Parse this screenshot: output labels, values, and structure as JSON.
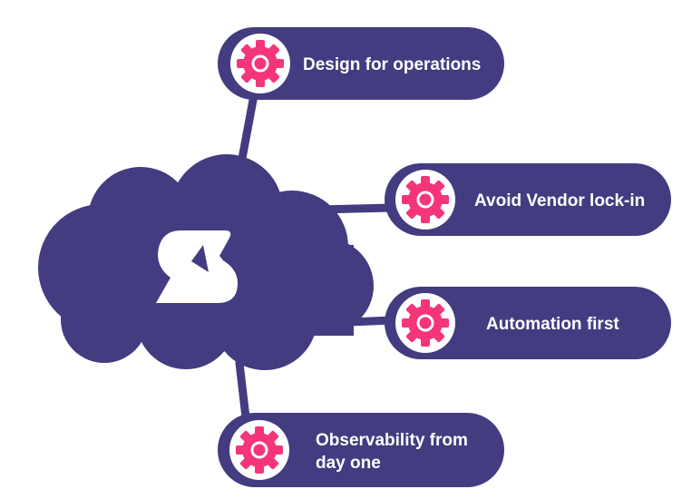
{
  "colors": {
    "primary": "#433c80",
    "accent": "#f5357a",
    "background": "#ffffff"
  },
  "logo": {
    "icon": "s-logo-icon"
  },
  "items": [
    {
      "icon": "gear-icon",
      "label": "Design for operations"
    },
    {
      "icon": "gear-icon",
      "label": "Avoid Vendor lock-in"
    },
    {
      "icon": "gear-icon",
      "label": "Automation first"
    },
    {
      "icon": "gear-icon",
      "label_lines": [
        "Observability from",
        "day one"
      ]
    }
  ]
}
